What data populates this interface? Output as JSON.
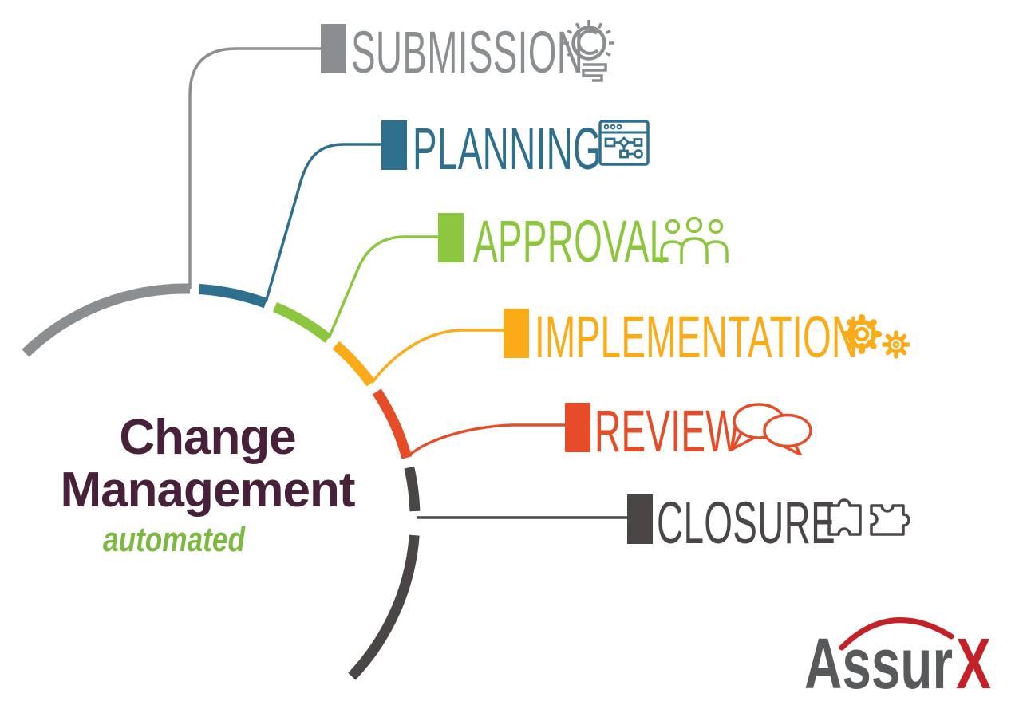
{
  "title": {
    "line1": "Change",
    "line2": "Management",
    "subtitle": "automated"
  },
  "colors": {
    "title_plum": "#47203a",
    "subtitle_green": "#7db843",
    "background": "#ffffff"
  },
  "stages": [
    {
      "label": "SUBMISSION",
      "color": "#8b8e90",
      "icon": "lightbulb-icon"
    },
    {
      "label": "PLANNING",
      "color": "#2f6f8e",
      "icon": "flowchart-window-icon"
    },
    {
      "label": "APPROVAL",
      "color": "#8cc63f",
      "icon": "people-group-icon"
    },
    {
      "label": "IMPLEMENTATION",
      "color": "#fbab18",
      "icon": "gears-icon"
    },
    {
      "label": "REVIEW",
      "color": "#e64c28",
      "icon": "speech-bubbles-icon"
    },
    {
      "label": "CLOSURE",
      "color": "#4a4645",
      "icon": "puzzle-pieces-icon"
    }
  ],
  "logo": {
    "text_primary": "Assur",
    "text_accent": "X",
    "primary_color": "#58595b",
    "accent_color": "#c32127",
    "swoosh": "swoosh-arc-icon"
  }
}
